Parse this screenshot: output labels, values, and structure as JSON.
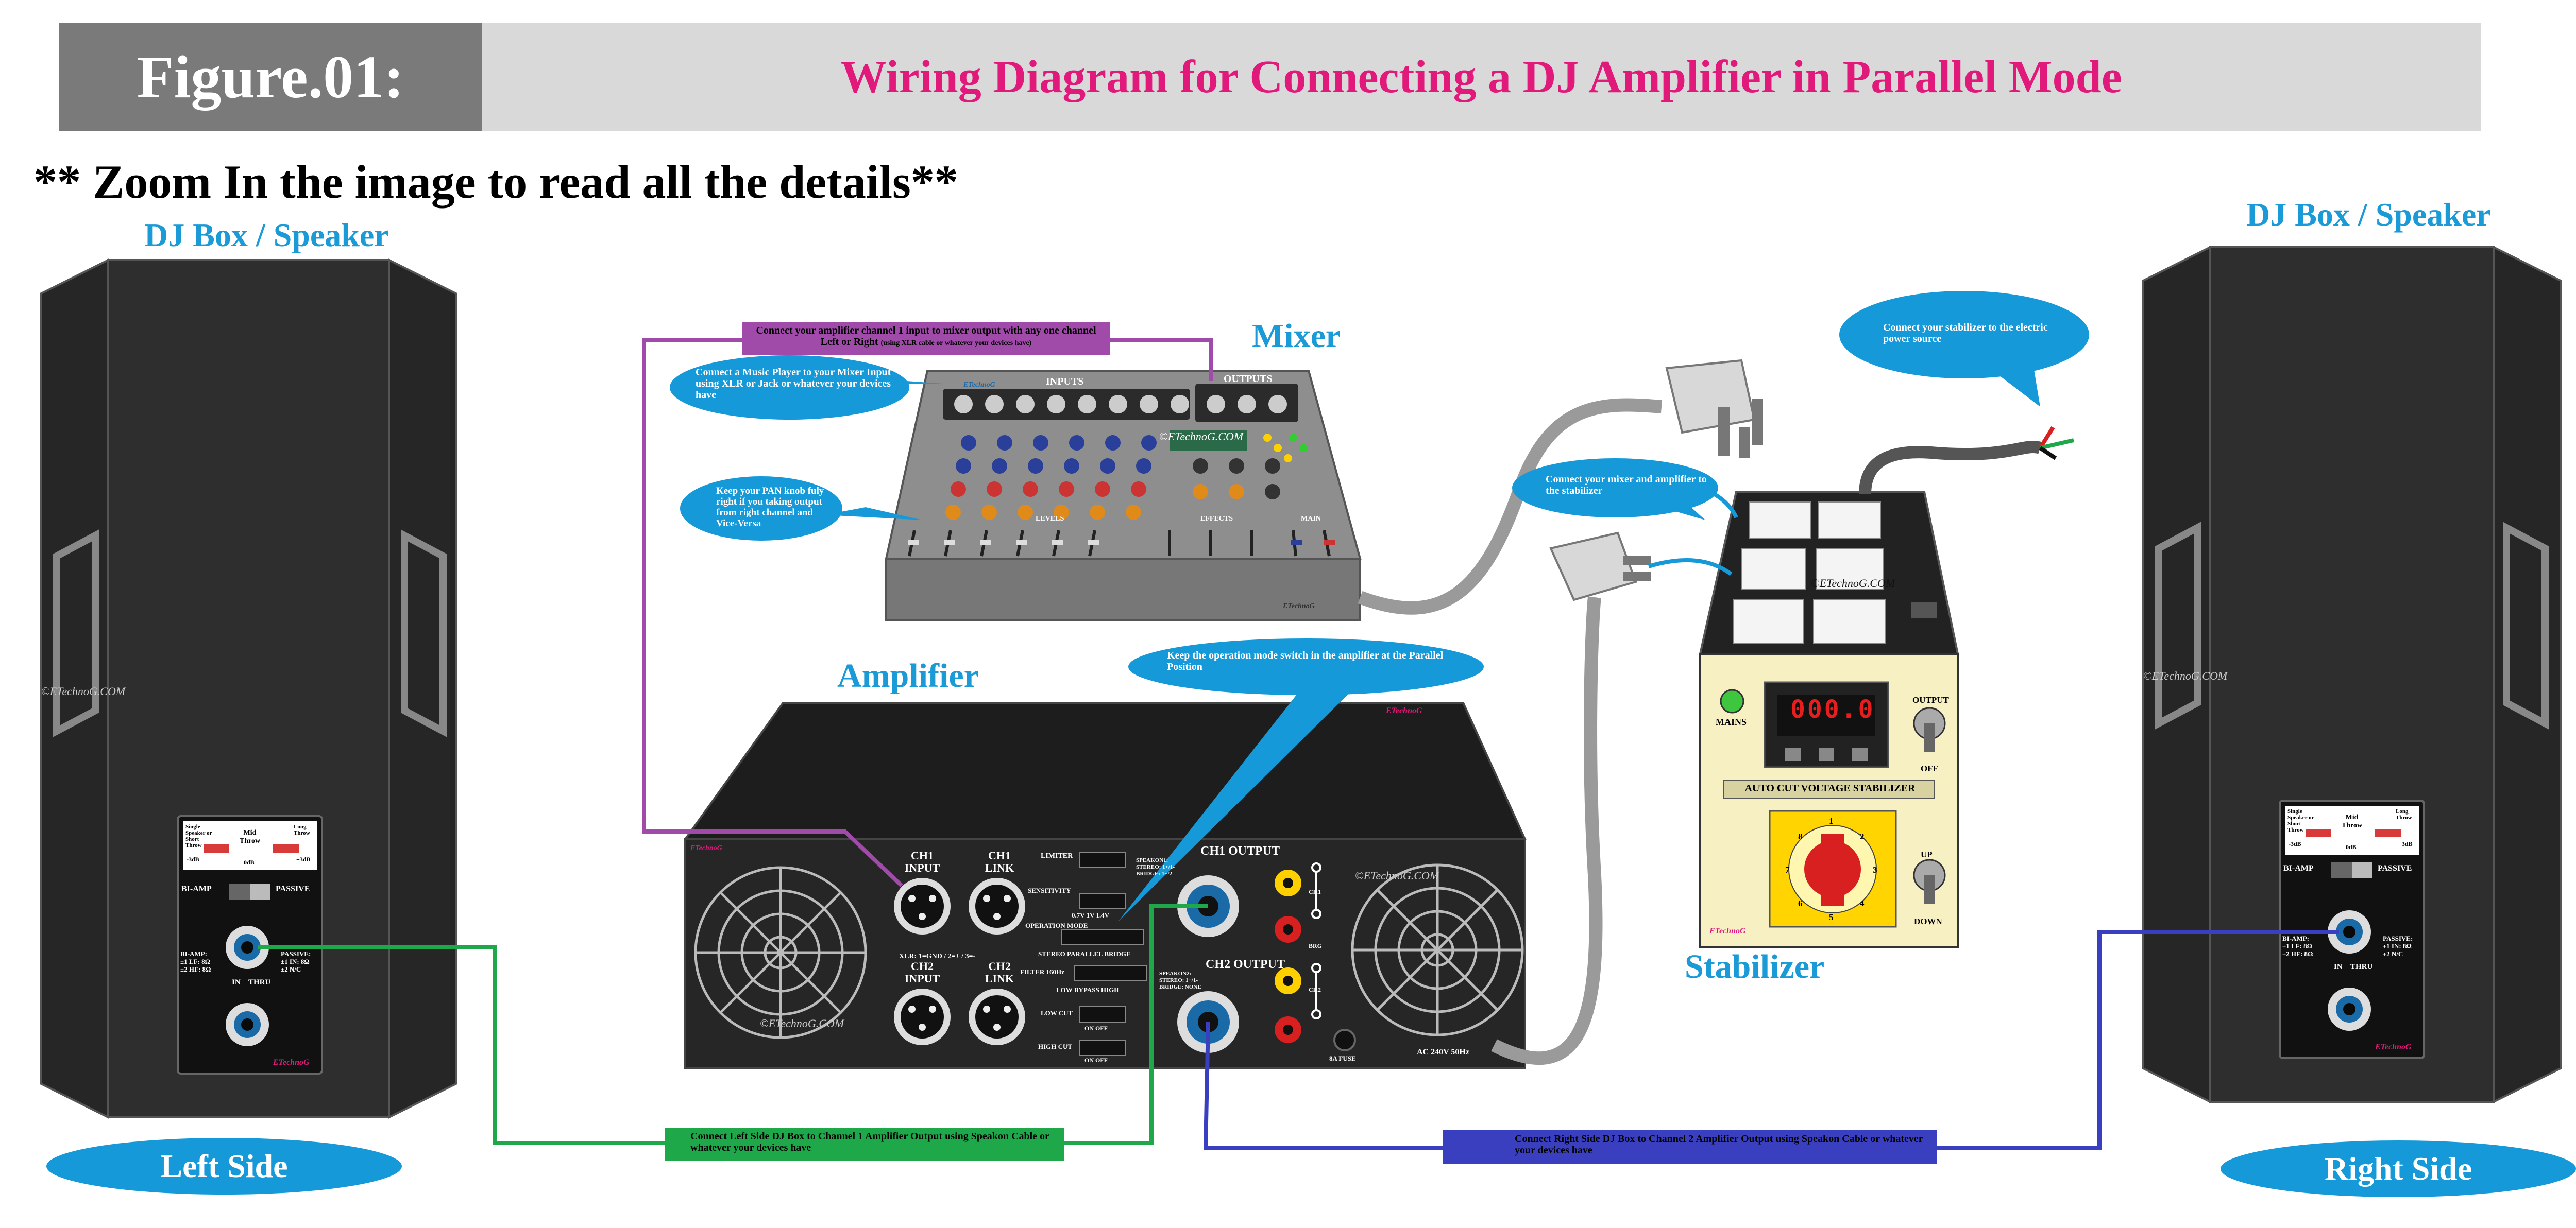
{
  "header": {
    "figure_label": "Figure.01:",
    "title": "Wiring Diagram for Connecting a DJ Amplifier in Parallel Mode"
  },
  "zoom_note": "** Zoom In the image to read all the details**",
  "speakers": {
    "left_title": "DJ Box / Speaker",
    "right_title": "DJ Box / Speaker",
    "left_side": "Left Side",
    "right_side": "Right Side",
    "watermark": "©ETechnoG.COM",
    "panel": {
      "throw_short": "Single Speaker or Short Throw",
      "throw_mid": "Mid Throw",
      "throw_long": "Long Throw",
      "db_minus": "-3dB",
      "db_zero": "0dB",
      "db_plus": "+3dB",
      "bi_amp": "BI-AMP",
      "passive": "PASSIVE",
      "bi_amp_detail_1": "BI-AMP:",
      "bi_amp_detail_2": "±1 LF: 8Ω",
      "bi_amp_detail_3": "±2 HF: 8Ω",
      "passive_detail_1": "PASSIVE:",
      "passive_detail_2": "±1 IN: 8Ω",
      "passive_detail_3": "±2 N/C",
      "in": "IN",
      "thru": "THRU",
      "brand": "ETechnoG"
    }
  },
  "mixer": {
    "label": "Mixer",
    "inputs": "INPUTS",
    "outputs": "OUTPUTS",
    "levels": "LEVELS",
    "effects": "EFFECTS",
    "main": "MAIN",
    "watermark": "©ETechnoG.COM",
    "brand": "ETechnoG"
  },
  "amplifier": {
    "label": "Amplifier",
    "brand": "ETechnoG",
    "watermark": "©ETechnoG.COM",
    "ch1_input": "CH1 INPUT",
    "ch1_link": "CH1 LINK",
    "ch2_input": "CH2 INPUT",
    "ch2_link": "CH2 LINK",
    "limiter": "LIMITER",
    "sensitivity": "SENSITIVITY",
    "operation_mode": "OPERATION MODE",
    "sens_values": "0.7V  1V  1.4V",
    "xlr_note": "XLR: 1=GND / 2=+ / 3=-",
    "modes": "STEREO  PARALLEL  BRIDGE",
    "filter": "FILTER 160Hz",
    "filter_opts": "LOW  BYPASS  HIGH",
    "low_cut": "LOW CUT",
    "high_cut": "HIGH CUT",
    "on_off": "ON  OFF",
    "ch1_output": "CH1 OUTPUT",
    "ch2_output": "CH2 OUTPUT",
    "speakon1": "SPEAKON1: STEREO: 1+/1- BRIDGE: 1+/2-",
    "speakon2": "SPEAKON2: STEREO: 1+/1- BRIDGE: NONE",
    "ch1": "CH1",
    "ch2": "CH2",
    "brg": "BRG",
    "fuse": "8A FUSE",
    "power": "AC 240V 50Hz"
  },
  "stabilizer": {
    "label": "Stabilizer",
    "mains": "MAINS",
    "display": "000.0",
    "output": "OUTPUT",
    "off": "OFF",
    "banner": "AUTO CUT VOLTAGE STABILIZER",
    "up": "UP",
    "down": "DOWN",
    "knob_1": "1",
    "knob_2": "2",
    "knob_3": "3",
    "knob_4": "4",
    "knob_5": "5",
    "knob_6": "6",
    "knob_7": "7",
    "knob_8": "8",
    "brand": "ETechnoG",
    "watermark": "©ETechnoG.COM"
  },
  "notes": {
    "mixer_to_amp": "Connect your amplifier channel 1 input to mixer output with any one channel Left or Right",
    "mixer_to_amp_small": "(using XLR cable or whatever your devices have)",
    "music_player": "Connect a Music Player to your Mixer Input using XLR or Jack or whatever your devices have",
    "pan_knob": "Keep your PAN knob fuly right if you taking output from right channel and Vice-Versa",
    "operation_mode": "Keep the operation mode switch in the amplifier at the Parallel Position",
    "mixer_amp_stabilizer": "Connect your mixer and amplifier to the stabilizer",
    "stabilizer_power": "Connect your stabilizer to the electric power source",
    "left_box": "Connect Left Side DJ Box to Channel 1 Amplifier Output using Speakon Cable or whatever your devices have",
    "right_box": "Connect Right Side DJ Box to Channel 2 Amplifier Output using Speakon Cable or whatever your devices have"
  },
  "colors": {
    "title_pink": "#e0197a",
    "label_blue": "#1a9ad6",
    "wire_purple": "#a04aaa",
    "wire_green": "#1fa84a",
    "wire_navy": "#3a3fc0",
    "device_black": "#222222"
  }
}
